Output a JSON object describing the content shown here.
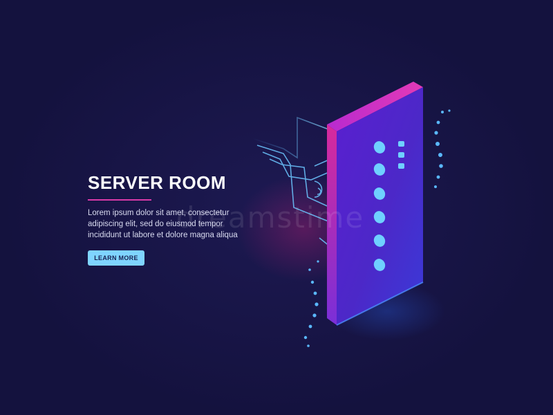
{
  "hero": {
    "title": "SERVER ROOM",
    "description": "Lorem ipsum dolor sit amet, consectetur adipiscing elit, sed do eiusmod tempor incididunt ut labore et dolore magna aliqua",
    "button_label": "LEARN MORE"
  },
  "watermark": "dreamstime",
  "colors": {
    "background": "#14123e",
    "accent_pink": "#d83aa8",
    "button": "#7fd4ff",
    "server_purple": "#6a1fc8",
    "led_cyan": "#6fd0ff"
  },
  "icons": {
    "server": "server-rack-icon",
    "network": "circuit-lines-icon"
  }
}
